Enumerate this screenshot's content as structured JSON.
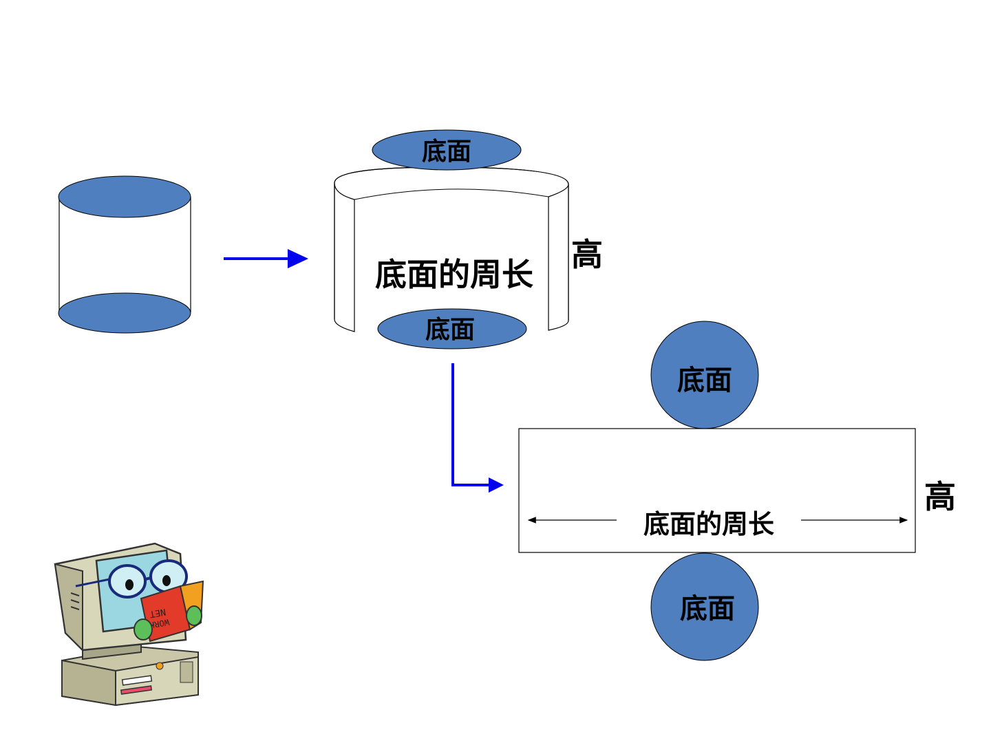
{
  "labels": {
    "base": "底面",
    "base_perimeter": "底面的周长",
    "height": "高"
  },
  "clipart": {
    "book_text_line1": "NET",
    "book_text_line2": "WORK"
  },
  "colors": {
    "base_fill": "#4f7fbe",
    "arrow": "#0000ee",
    "outline": "#000000"
  }
}
